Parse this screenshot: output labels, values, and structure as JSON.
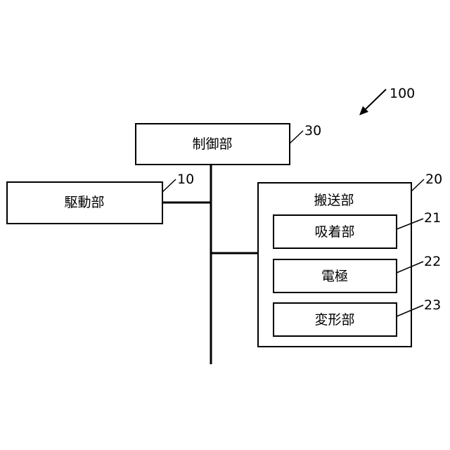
{
  "diagram": {
    "system_ref": "100",
    "controller": {
      "label": "制御部",
      "ref": "30"
    },
    "drive": {
      "label": "駆動部",
      "ref": "10"
    },
    "transport": {
      "label": "搬送部",
      "ref": "20",
      "parts": [
        {
          "label": "吸着部",
          "ref": "21"
        },
        {
          "label": "電極",
          "ref": "22"
        },
        {
          "label": "変形部",
          "ref": "23"
        }
      ]
    }
  }
}
